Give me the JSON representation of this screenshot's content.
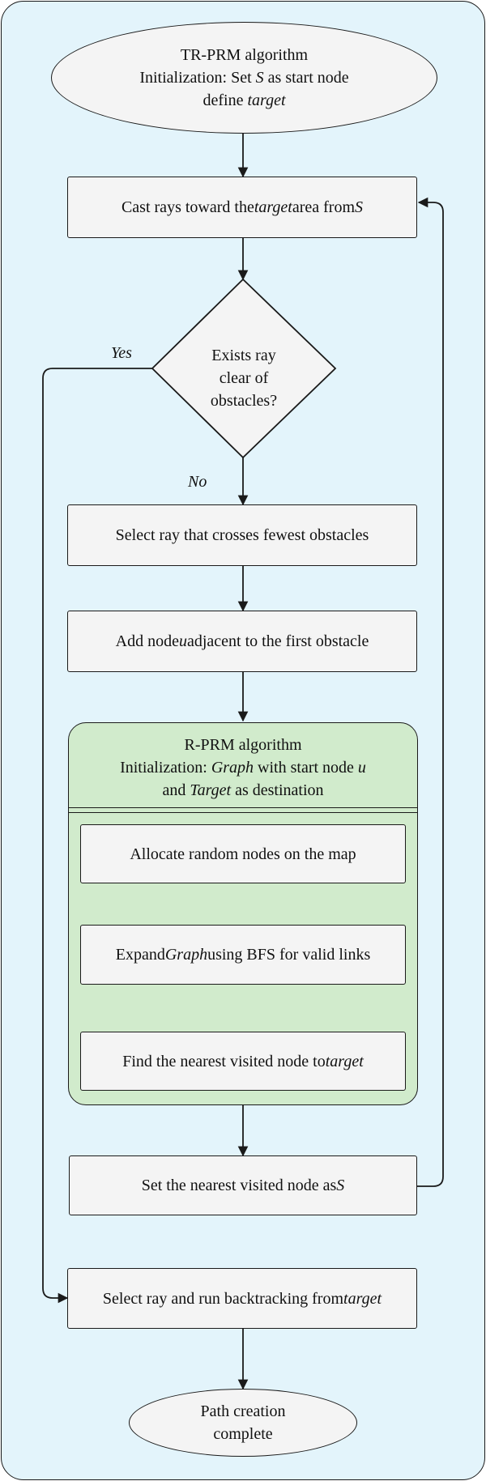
{
  "start": {
    "line1": "TR-PRM algorithm",
    "line2": "Initialization: Set S as start node",
    "line3": "define target"
  },
  "cast_rays": "Cast rays toward the target area from S",
  "decision": {
    "line1": "Exists ray",
    "line2": "clear of",
    "line3": "obstacles?"
  },
  "yes_label": "Yes",
  "no_label": "No",
  "select_fewest": "Select ray that crosses fewest obstacles",
  "add_node": "Add node u adjacent to the first obstacle",
  "rprm": {
    "line1": "R-PRM algorithm",
    "line2": "Initialization: Graph with start node u",
    "line3": "and Target as destination",
    "allocate": "Allocate random nodes on the map",
    "expand": "Expand Graph using BFS for valid links",
    "find_nearest": "Find the nearest visited node to target"
  },
  "set_nearest": "Set the nearest visited node as S",
  "backtrack": "Select ray and run backtracking from target",
  "end": {
    "line1": "Path creation",
    "line2": "complete"
  },
  "colors": {
    "background": "#e3f4fb",
    "group_fill": "#d1ebcc",
    "box_fill": "#f4f4f4",
    "stroke": "#1a1a1a"
  }
}
